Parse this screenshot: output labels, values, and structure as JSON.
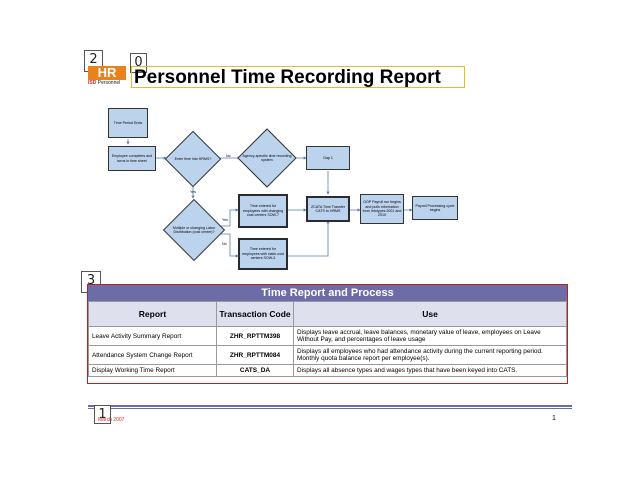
{
  "badges": {
    "b0": "0",
    "b1": "1",
    "b2": "2",
    "b3": "3"
  },
  "logo": {
    "letters": "HR",
    "sub_prefix": "ISD",
    "sub_text": " Personnel"
  },
  "title": "Personnel Time Recording Report",
  "flow": {
    "time_period_ends": "Time Period Ends",
    "employee_completes": "Employee completes and turns in time sheet",
    "enter_time": "Enter time into HRMS?",
    "agency_specific": "Agency-specific time recording system",
    "gap": "Gap 1",
    "multiple_or_changing": "Multiple or changing Labor Distribution (cost center)?",
    "time_entered_changing": "Time entered for employees with changing cost centers SOW-7",
    "time_entered_static": "Time entered for employees with static cost centers SOW-3",
    "zcata": "ZCATA Time Transfer CATS to HRMS",
    "oop_payroll": "OOP Payroll run begins and pulls information from Infotypes 2001 and 2010",
    "payroll_processing": "Payroll Processing cycle begins",
    "yes1": "Yes",
    "no1": "No",
    "yes2": "Yes",
    "no2": "No"
  },
  "table": {
    "title": "Time Report and Process",
    "headers": [
      "Report",
      "Transaction Code",
      "Use"
    ],
    "rows": [
      [
        "Leave Activity Summary Report",
        "ZHR_RPTTM398",
        "Displays leave accrual, leave balances, monetary value of leave, employees on Leave Without Pay, and percentages of leave usage"
      ],
      [
        "Attendance System Change Report",
        "ZHR_RPTTM084",
        "Displays all employees who had attendance activity during the current reporting period. Monthly quota balance report per employee(s)."
      ],
      [
        "Display Working Time Report",
        "CATS_DA",
        "Displays all absence types and wages types that have been keyed into CATS."
      ]
    ]
  },
  "footer": {
    "date": "March 2007",
    "page": "1"
  }
}
